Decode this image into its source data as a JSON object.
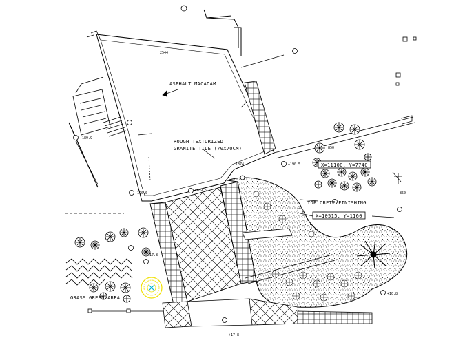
{
  "labels": {
    "asphalt": "ASPHALT MACADAM",
    "granite_1": "ROUGH TEXTURIZED",
    "granite_2": "GRANITE TILE (70X70CM)",
    "topcrete": "TOP CRETE FINISHING",
    "grass": "GRASS GREEN AREA",
    "coord_1": "X=11100, Y=7740",
    "coord_2": "X=10515, Y=1160"
  },
  "dimensions": {
    "top_width": "2544",
    "left_dim": "1374",
    "level_1": "+189.9",
    "level_2": "+189.6",
    "level_3": "+190.5",
    "level_4": "+10.8",
    "level_5": "+190.0",
    "level_6": "+17.8",
    "bottom_mark": "+17.8",
    "right_mark": "850",
    "small_1": "850",
    "small_2": "1374"
  },
  "colors": {
    "ink": "#000000",
    "paper": "#ffffff",
    "accent_yellow": "#f0e000",
    "accent_cyan": "#00b4d8"
  }
}
